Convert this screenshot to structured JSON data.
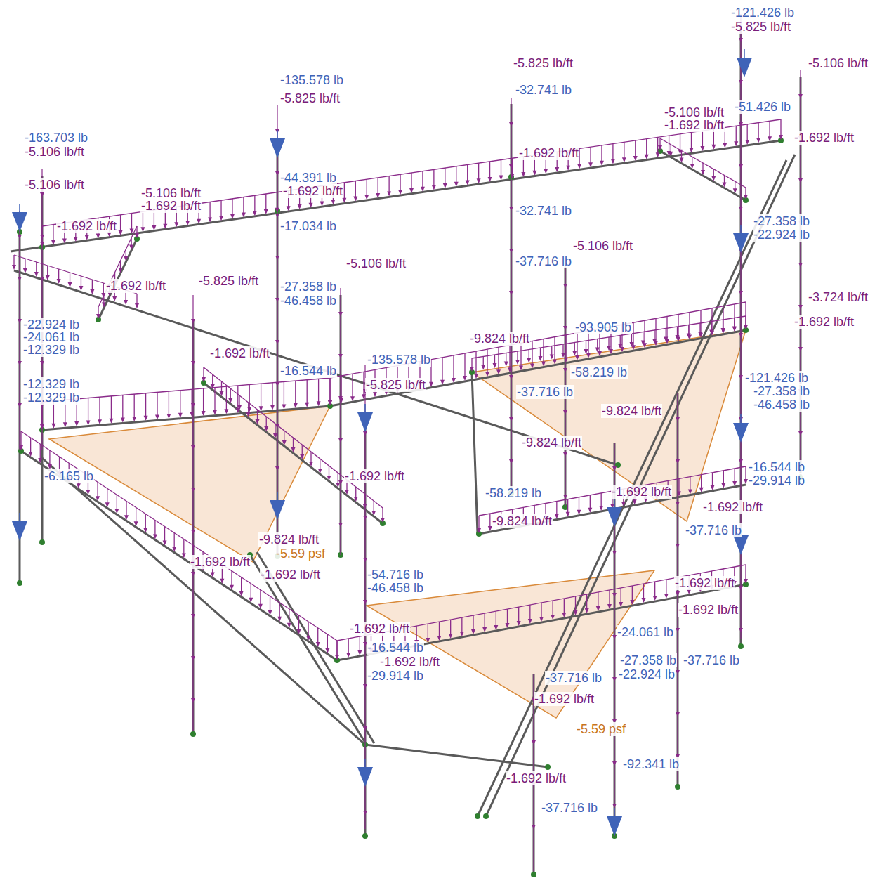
{
  "diagram": {
    "labels": [
      "-121.426 lb",
      "-5.825 lb/ft",
      "-5.106 lb/ft",
      "-5.825 lb/ft",
      "-32.741 lb",
      "-135.578 lb",
      "-5.825 lb/ft",
      "-163.703 lb",
      "-5.106 lb/ft",
      "-5.106 lb/ft",
      "-5.106 lb/ft",
      "-1.692 lb/ft",
      "-44.391 lb",
      "-1.692 lb/ft",
      "-1.692 lb/ft",
      "-5.106 lb/ft",
      "-1.692 lb/ft",
      "-51.426 lb",
      "-1.692 lb/ft",
      "-32.741 lb",
      "-17.034 lb",
      "-1.692 lb/ft",
      "-1.692 lb/ft",
      "-5.825 lb/ft",
      "-5.106 lb/ft",
      "-5.106 lb/ft",
      "-37.716 lb",
      "-27.358 lb",
      "-46.458 lb",
      "-27.358 lb",
      "-22.924 lb",
      "-22.924 lb",
      "-24.061 lb",
      "-12.329 lb",
      "-12.329 lb",
      "-12.329 lb",
      "-3.724 lb/ft",
      "-93.905 lb",
      "-9.824 lb/ft",
      "-1.692 lb/ft",
      "-1.692 lb/ft",
      "-135.578 lb",
      "-16.544 lb",
      "-5.825 lb/ft",
      "-58.219 lb",
      "-37.716 lb",
      "-121.426 lb",
      "-27.358 lb",
      "-46.458 lb",
      "-9.824 lb/ft",
      "-9.824 lb/ft",
      "-6.165 lb",
      "-1.692 lb/ft",
      "-1.692 lb/ft",
      "-16.544 lb",
      "-29.914 lb",
      "-1.692 lb/ft",
      "-58.219 lb",
      "-9.824 lb/ft",
      "-37.716 lb",
      "-9.824 lb/ft",
      "-1.692 lb/ft",
      "-5.59 psf",
      "-1.692 lb/ft",
      "-54.716 lb",
      "-46.458 lb",
      "-1.692 lb/ft",
      "-1.692 lb/ft",
      "-24.061 lb",
      "-1.692 lb/ft",
      "-16.544 lb",
      "-1.692 lb/ft",
      "-29.914 lb",
      "-27.358 lb",
      "-37.716 lb",
      "-22.924 lb",
      "-37.716 lb",
      "-1.692 lb/ft",
      "-5.59 psf",
      "-92.341 lb",
      "-1.692 lb/ft",
      "-37.716 lb"
    ]
  }
}
